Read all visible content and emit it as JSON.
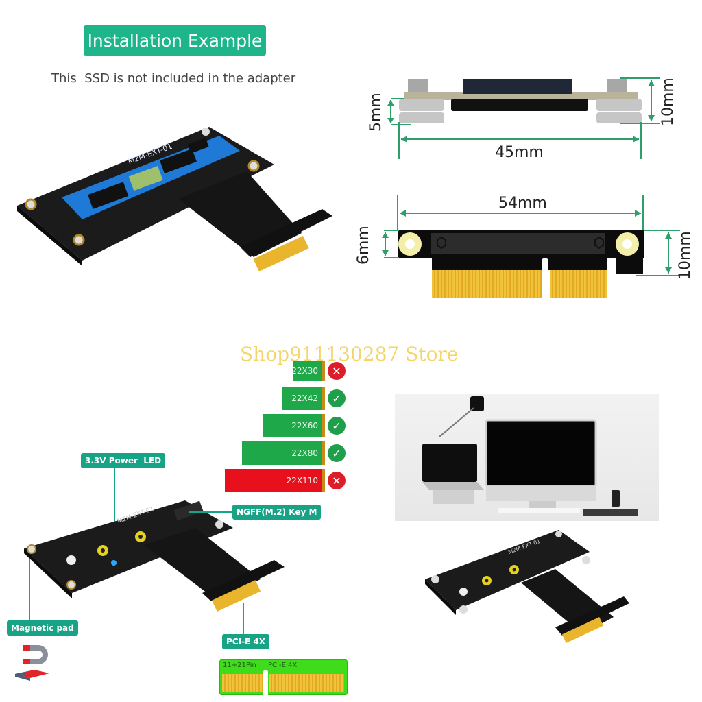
{
  "installation": {
    "title": "Installation Example",
    "note": "This  SSD is not included in the adapter",
    "board_silkscreen": "M2M-EXT-01"
  },
  "dimensions_side": {
    "height_short": "5mm",
    "height_tall": "10mm",
    "width": "45mm"
  },
  "dimensions_bracket": {
    "width": "54mm",
    "height_left": "6mm",
    "height_right": "10mm"
  },
  "watermark": "Shop911130287 Store",
  "ssd_compatibility": [
    {
      "size": "22X30",
      "supported": false,
      "status_icon": "✕"
    },
    {
      "size": "22X42",
      "supported": true,
      "status_icon": "✓"
    },
    {
      "size": "22X60",
      "supported": true,
      "status_icon": "✓"
    },
    {
      "size": "22X80",
      "supported": true,
      "status_icon": "✓"
    },
    {
      "size": "22X110",
      "supported": false,
      "status_icon": "✕"
    }
  ],
  "callouts": {
    "power_led": "3.3V Power  LED",
    "key_m": "NGFF(M.2) Key M",
    "magnetic_pad": "Magnetic pad",
    "pcie": "PCI-E 4X"
  },
  "connector_diagram": {
    "pin_label": "11+21Pin",
    "bus_label": "PCI-E 4X"
  },
  "colors": {
    "accent_teal": "#1fb58a",
    "supported_green": "#1fa84a",
    "unsupported_red": "#e8101c",
    "dimension_green": "#2e9e6a",
    "gold_finger": "#f0c33a"
  }
}
